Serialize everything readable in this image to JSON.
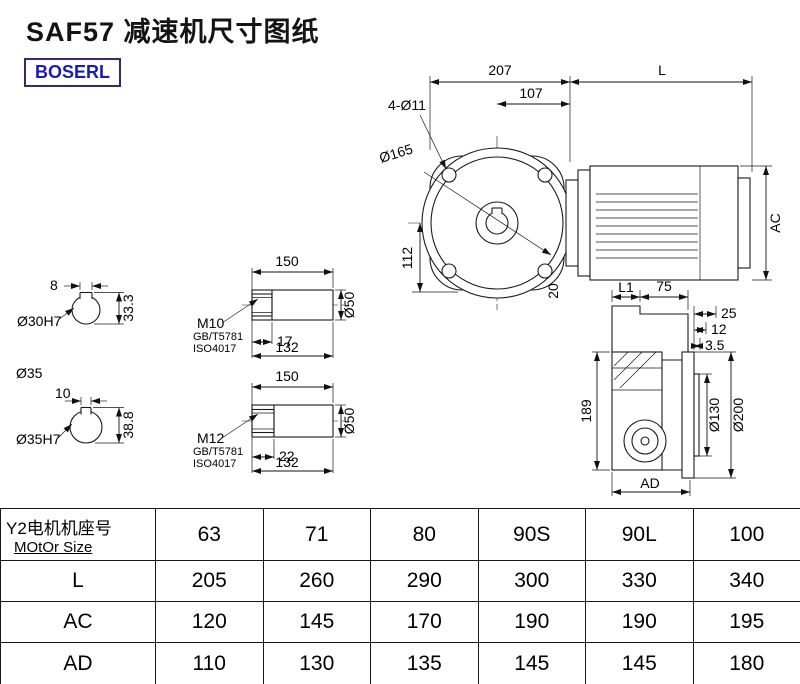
{
  "title": "SAF57 减速机尺寸图纸",
  "logo": "BOSERL",
  "front_view": {
    "d207": "207",
    "dL": "L",
    "d107": "107",
    "d4o11": "4-Ø11",
    "do165": "Ø165",
    "d112": "112",
    "d20": "20",
    "dAC": "AC"
  },
  "section_a": {
    "d8": "8",
    "do30h7": "Ø30H7",
    "d333": "33.3"
  },
  "section_b": {
    "do35": "Ø35",
    "d10": "10",
    "do35h7": "Ø35H7",
    "d388": "38.8"
  },
  "detail_a": {
    "d150": "150",
    "thread": "M10",
    "std1": "GB/T5781",
    "std2": "ISO4017",
    "d17": "17",
    "d132": "132",
    "do50": "Ø50"
  },
  "detail_b": {
    "d150": "150",
    "thread": "M12",
    "std1": "GB/T5781",
    "std2": "ISO4017",
    "d22": "22",
    "d132": "132",
    "do50": "Ø50"
  },
  "side_view": {
    "dL1": "L1",
    "d75": "75",
    "d25": "25",
    "d12": "12",
    "d35": "3.5",
    "d189": "189",
    "do130": "Ø130",
    "do200": "Ø200",
    "dAD": "AD"
  },
  "table": {
    "header": {
      "label_cn": "Y2电机机座号",
      "label_en": "MOtOr Size",
      "values": [
        "63",
        "71",
        "80",
        "90S",
        "90L",
        "100"
      ]
    },
    "rows": [
      {
        "label": "L",
        "values": [
          "205",
          "260",
          "290",
          "300",
          "330",
          "340"
        ]
      },
      {
        "label": "AC",
        "values": [
          "120",
          "145",
          "170",
          "190",
          "190",
          "195"
        ]
      },
      {
        "label": "AD",
        "values": [
          "110",
          "130",
          "135",
          "145",
          "145",
          "180"
        ]
      }
    ]
  }
}
